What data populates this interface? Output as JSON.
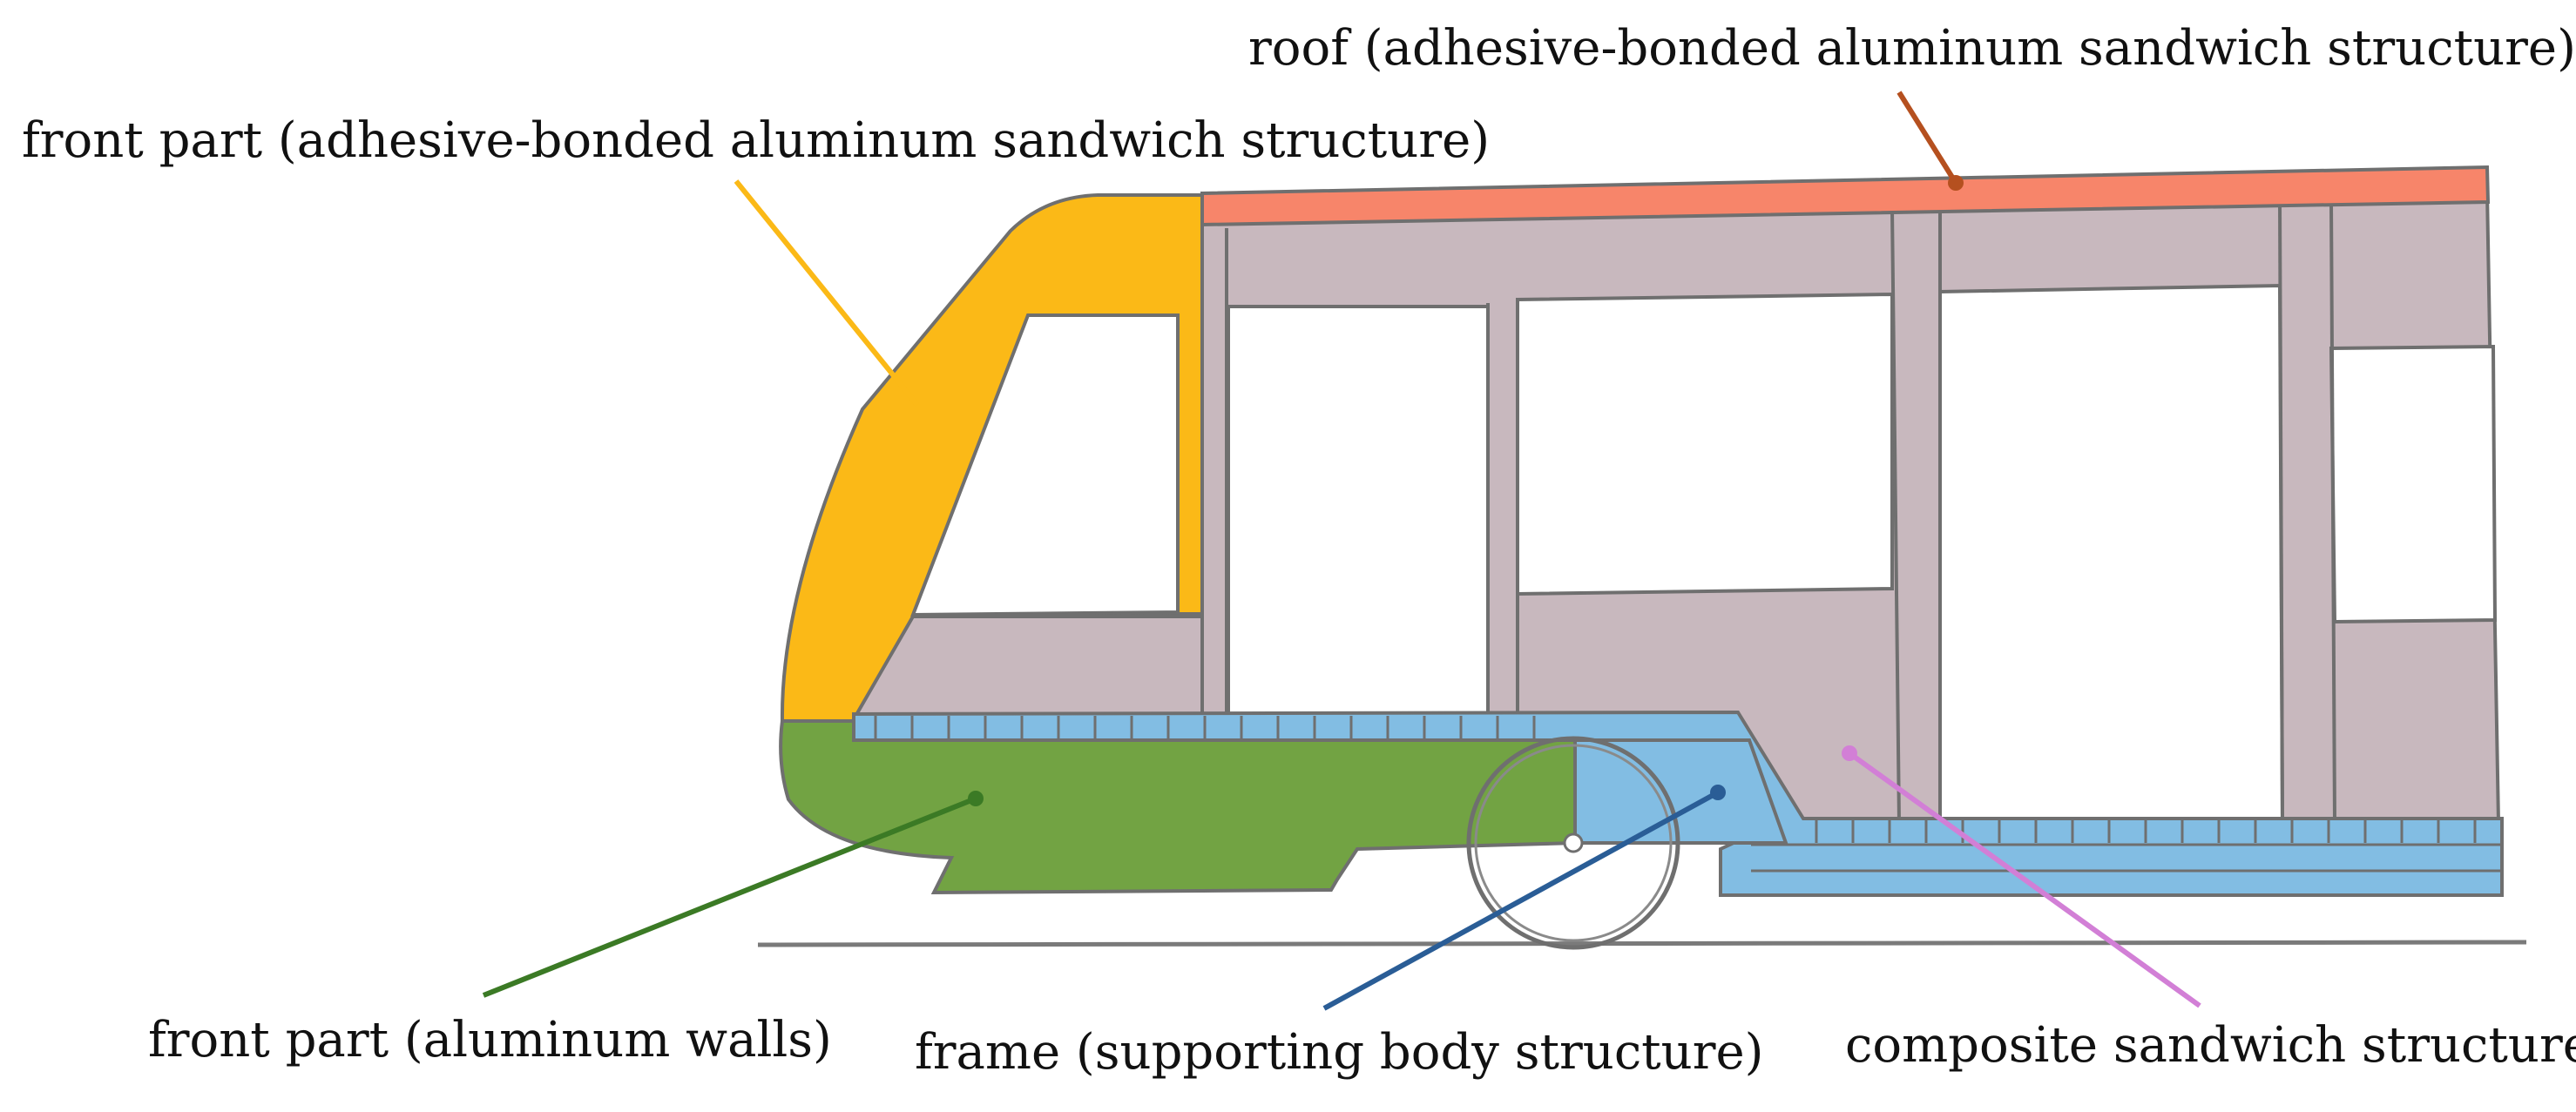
{
  "labels": {
    "roof": "roof (adhesive-bonded aluminum sandwich structure)",
    "front_part_top": "front part (adhesive-bonded aluminum sandwich structure)",
    "front_part_walls": "front part (aluminum walls)",
    "frame": "frame (supporting body structure)",
    "composite": "composite sandwich structure"
  },
  "colors": {
    "roof": "#f7856a",
    "roof_leader": "#b5501f",
    "front_part_top": "#fbb917",
    "front_part_walls": "#72a343",
    "front_walls_leader": "#3b7a25",
    "frame": "#82bde3",
    "frame_leader": "#2a5d96",
    "composite": "#c8b8be",
    "composite_leader": "#d27fd6",
    "outline": "#6f6f6f"
  }
}
